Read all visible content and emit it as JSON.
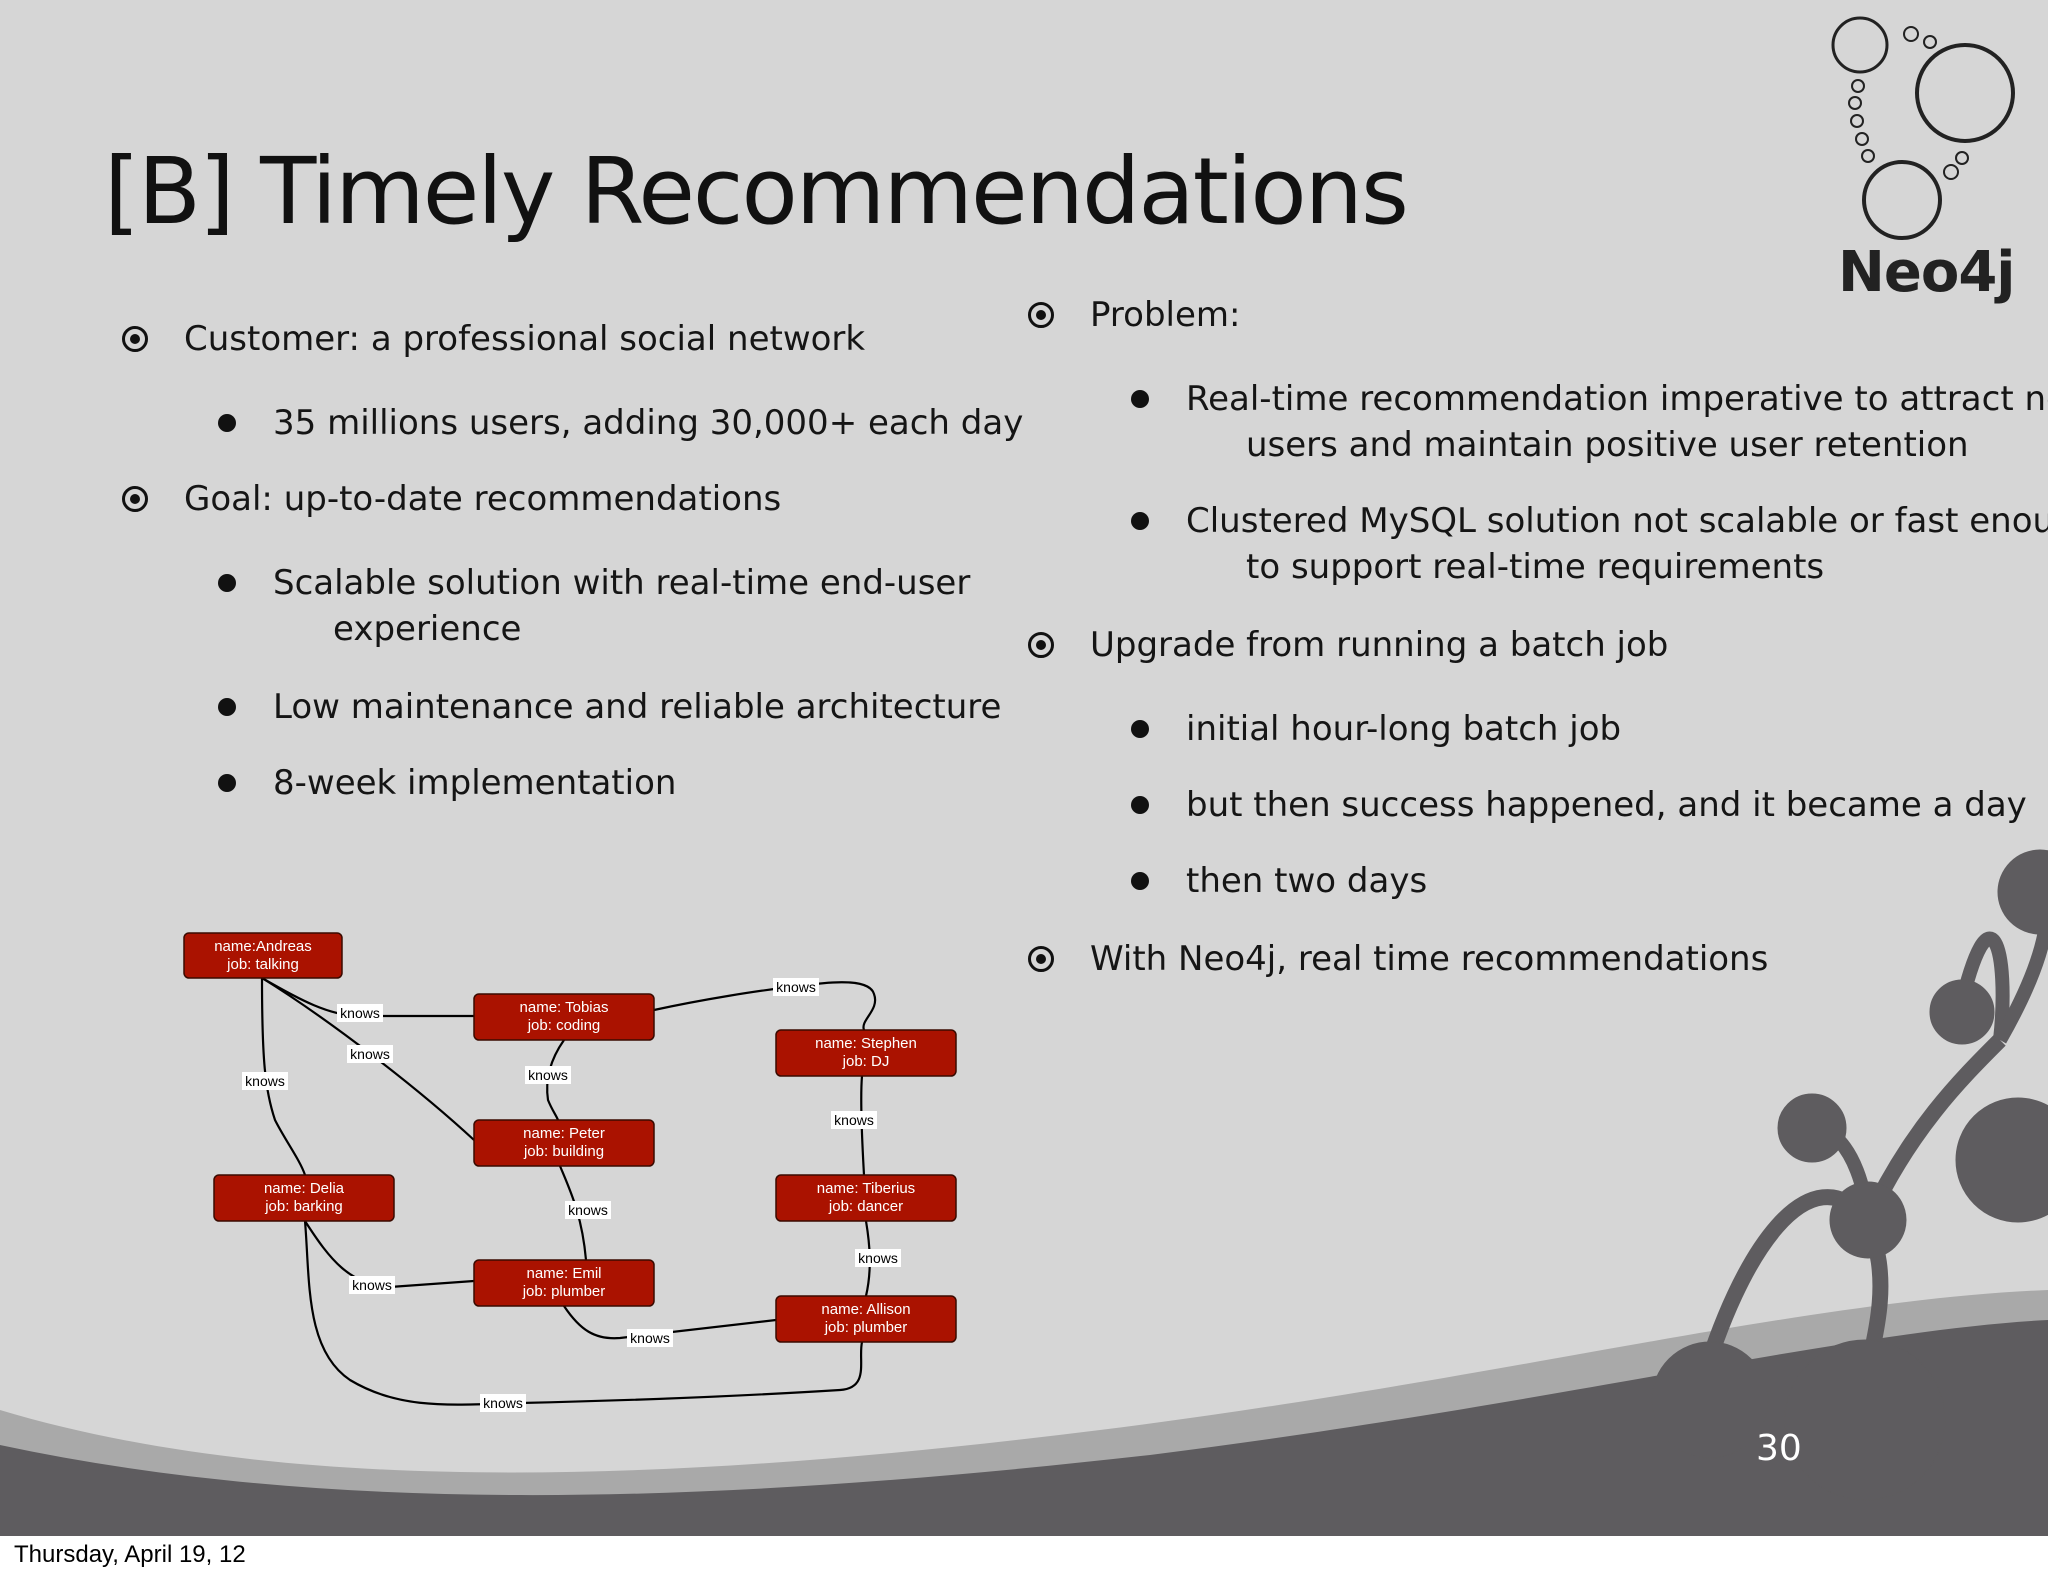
{
  "slide": {
    "title": "[B] Timely Recommendations",
    "page_number": "30",
    "logo": "Neo4j",
    "footer_date": "Thursday, April 19, 12"
  },
  "left_bullets": [
    {
      "level": 1,
      "lines": [
        "Customer:  a professional social network"
      ]
    },
    {
      "level": 2,
      "lines": [
        "35 millions users, adding 30,000+ each day"
      ]
    },
    {
      "level": 1,
      "lines": [
        "Goal: up-to-date recommendations"
      ]
    },
    {
      "level": 2,
      "lines": [
        "Scalable solution with real-time end-user",
        "experience"
      ]
    },
    {
      "level": 2,
      "lines": [
        "Low maintenance and reliable architecture"
      ]
    },
    {
      "level": 2,
      "lines": [
        "8-week implementation"
      ]
    }
  ],
  "right_bullets": [
    {
      "level": 1,
      "lines": [
        "Problem:"
      ]
    },
    {
      "level": 2,
      "lines": [
        "Real-time recommendation imperative to attract new",
        "users and maintain positive user retention"
      ]
    },
    {
      "level": 2,
      "lines": [
        "Clustered MySQL solution not scalable or fast enough",
        "to support real-time requirements"
      ]
    },
    {
      "level": 1,
      "lines": [
        "Upgrade from running a batch job"
      ]
    },
    {
      "level": 2,
      "lines": [
        "initial hour-long batch job"
      ]
    },
    {
      "level": 2,
      "lines": [
        "but then success happened, and it became a day"
      ]
    },
    {
      "level": 2,
      "lines": [
        "then two days"
      ]
    },
    {
      "level": 1,
      "lines": [
        "With Neo4j, real time recommendations"
      ]
    }
  ],
  "graph": {
    "node_color": "#aa1200",
    "nodes": [
      {
        "id": "andreas",
        "line1": "name:Andreas",
        "line2": "job: talking"
      },
      {
        "id": "tobias",
        "line1": "name: Tobias",
        "line2": "job: coding"
      },
      {
        "id": "stephen",
        "line1": "name: Stephen",
        "line2": "job: DJ"
      },
      {
        "id": "peter",
        "line1": "name: Peter",
        "line2": "job: building"
      },
      {
        "id": "delia",
        "line1": "name: Delia",
        "line2": "job: barking"
      },
      {
        "id": "tiberius",
        "line1": "name: Tiberius",
        "line2": "job: dancer"
      },
      {
        "id": "emil",
        "line1": "name: Emil",
        "line2": "job: plumber"
      },
      {
        "id": "allison",
        "line1": "name: Allison",
        "line2": "job: plumber"
      }
    ],
    "edges": [
      {
        "from": "andreas",
        "to": "tobias",
        "label": "knows"
      },
      {
        "from": "andreas",
        "to": "peter",
        "label": "knows"
      },
      {
        "from": "andreas",
        "to": "delia",
        "label": "knows"
      },
      {
        "from": "tobias",
        "to": "stephen",
        "label": "knows"
      },
      {
        "from": "tobias",
        "to": "peter",
        "label": "knows"
      },
      {
        "from": "stephen",
        "to": "tiberius",
        "label": "knows"
      },
      {
        "from": "peter",
        "to": "emil",
        "label": "knows"
      },
      {
        "from": "tiberius",
        "to": "allison",
        "label": "knows"
      },
      {
        "from": "delia",
        "to": "emil",
        "label": "knows"
      },
      {
        "from": "emil",
        "to": "allison",
        "label": "knows"
      },
      {
        "from": "delia",
        "to": "allison",
        "label": "knows"
      }
    ]
  }
}
